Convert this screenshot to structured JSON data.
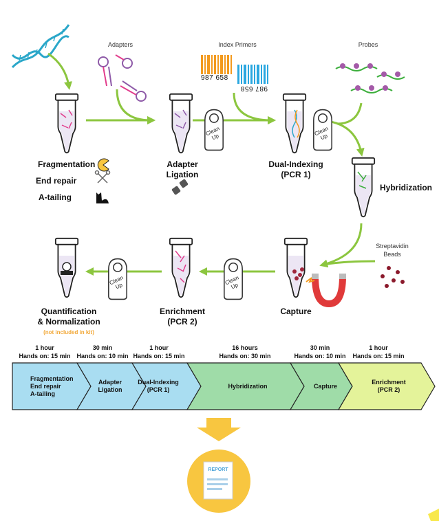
{
  "labels": {
    "adapters": "Adapters",
    "index_primers": "Index Primers",
    "probes": "Probes",
    "streptavidin_beads": "Streptavidin Beads",
    "barcode_number_a": "987 658",
    "barcode_number_b": "987 658"
  },
  "steps": {
    "fragmentation": "Fragmentation",
    "end_repair": "End repair",
    "a_tailing": "A-tailing",
    "adapter_ligation": "Adapter Ligation",
    "dual_indexing": "Dual-Indexing",
    "pcr1": "(PCR 1)",
    "hybridization": "Hybridization",
    "capture": "Capture",
    "enrichment": "Enrichment",
    "pcr2": "(PCR 2)",
    "quantification": "Quantification",
    "normalization": "& Normalization",
    "not_included": "(not included in kit)"
  },
  "cleanup": "Clean Up",
  "timeline": [
    {
      "time": "1 hour",
      "hands": "Hands on: 15 min",
      "lines": [
        "Fragmentation",
        "End repair",
        "A-tailing"
      ],
      "color": "#a9ddf1"
    },
    {
      "time": "30 min",
      "hands": "Hands on: 10 min",
      "lines": [
        "Adapter",
        "Ligation"
      ],
      "color": "#a9ddf1"
    },
    {
      "time": "1 hour",
      "hands": "Hands on: 15 min",
      "lines": [
        "Dual-Indexing",
        "(PCR 1)"
      ],
      "color": "#a9ddf1"
    },
    {
      "time": "16 hours",
      "hands": "Hands on: 30 min",
      "lines": [
        "Hybridization"
      ],
      "color": "#9fdca8"
    },
    {
      "time": "30 min",
      "hands": "Hands on: 10 min",
      "lines": [
        "Capture"
      ],
      "color": "#9fdca8"
    },
    {
      "time": "1 hour",
      "hands": "Hands on: 15 min",
      "lines": [
        "Enrichment",
        "(PCR 2)"
      ],
      "color": "#e4f39a"
    }
  ],
  "report": "REPORT",
  "colors": {
    "arrow": "#8cc63f",
    "tube_outline": "#222222",
    "report_circle": "#f8c640",
    "down_arrow": "#f8c640"
  }
}
